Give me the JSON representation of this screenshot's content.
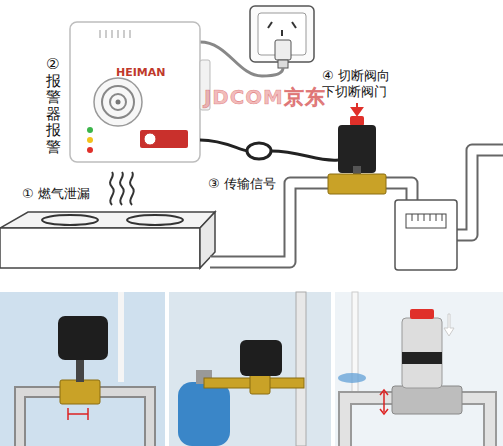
{
  "diagram": {
    "nodes": [
      {
        "text": [
          "HEIMAN"
        ]
      }
    ],
    "labels": [
      "② 报警器报警",
      "④ 切断阀向下切断阀门",
      "③ 传输信号",
      "① 燃气泄漏",
      "JDCOM京东"
    ]
  }
}
